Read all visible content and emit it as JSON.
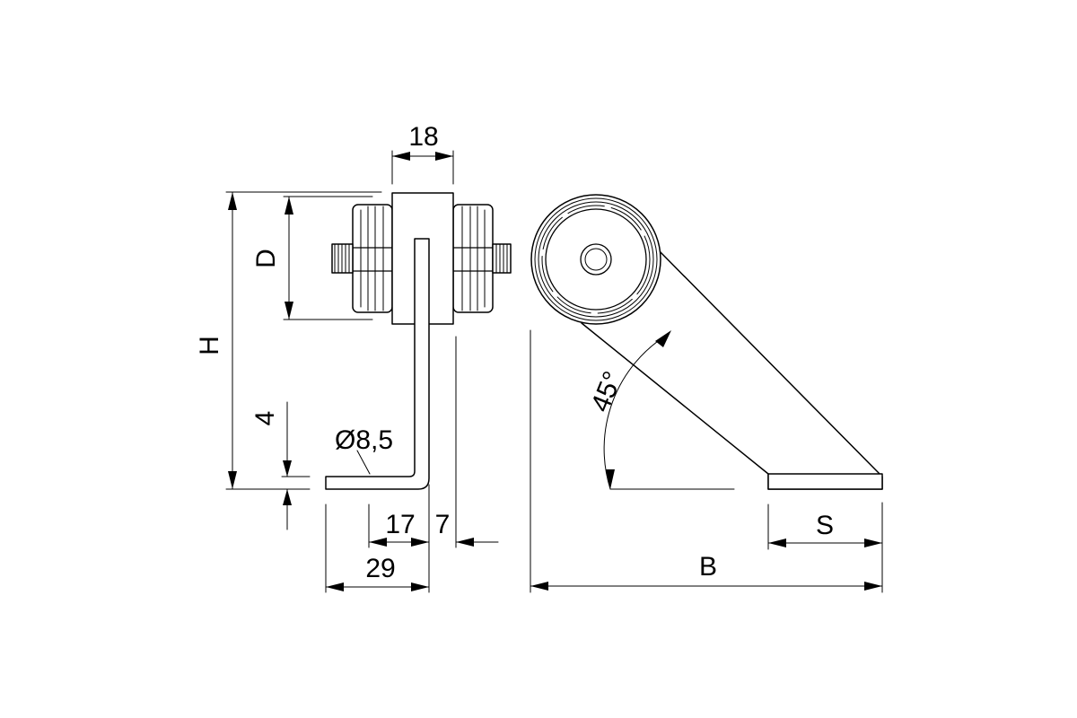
{
  "dimensions": {
    "width_18": "18",
    "D": "D",
    "H": "H",
    "thickness_4": "4",
    "hole_dia": "Ø8,5",
    "d17": "17",
    "d7": "7",
    "d29": "29",
    "angle": "45°",
    "S": "S",
    "B": "B"
  }
}
